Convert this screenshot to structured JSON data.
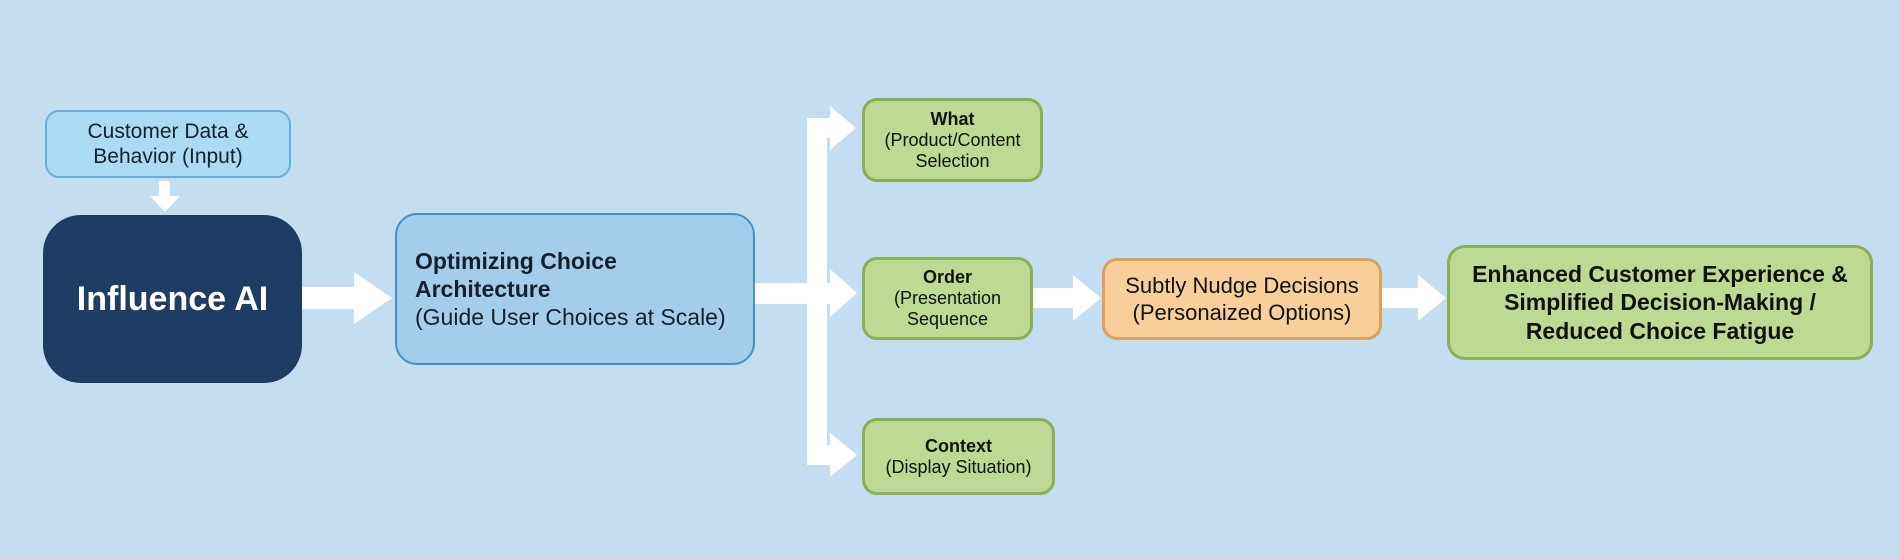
{
  "diagram": {
    "title": "Influence AI choice-architecture flow",
    "colors": {
      "bg": "#c4def1",
      "arrow": "#ffffff",
      "customer-fill": "#abdbf4",
      "customer-border": "#66aedd",
      "influence-fill": "#1e3d64",
      "choice-fill": "#a4cdec",
      "choice-border": "#4690c5",
      "green-fill": "#bdd994",
      "green-border": "#8aaf54",
      "orange-fill": "#f8cf9b",
      "orange-border": "#dca05f"
    },
    "nodes": {
      "customer_input": {
        "line1": "Customer Data &",
        "line2": "Behavior (Input)"
      },
      "influence_ai": {
        "label": "Influence AI"
      },
      "choice_architecture": {
        "title1": "Optimizing Choice",
        "title2": "Architecture",
        "subtitle": "(Guide User Choices at Scale)"
      },
      "what": {
        "title": "What",
        "sub1": "(Product/Content",
        "sub2": "Selection"
      },
      "order": {
        "title": "Order",
        "sub1": "(Presentation",
        "sub2": "Sequence"
      },
      "context": {
        "title": "Context",
        "sub1": "(Display Situation)"
      },
      "nudge": {
        "line1": "Subtly Nudge Decisions",
        "line2": "(Personaized Options)"
      },
      "outcome": {
        "line1": "Enhanced Customer Experience &",
        "line2": "Simplified Decision-Making /",
        "line3": "Reduced Choice Fatigue"
      }
    }
  }
}
